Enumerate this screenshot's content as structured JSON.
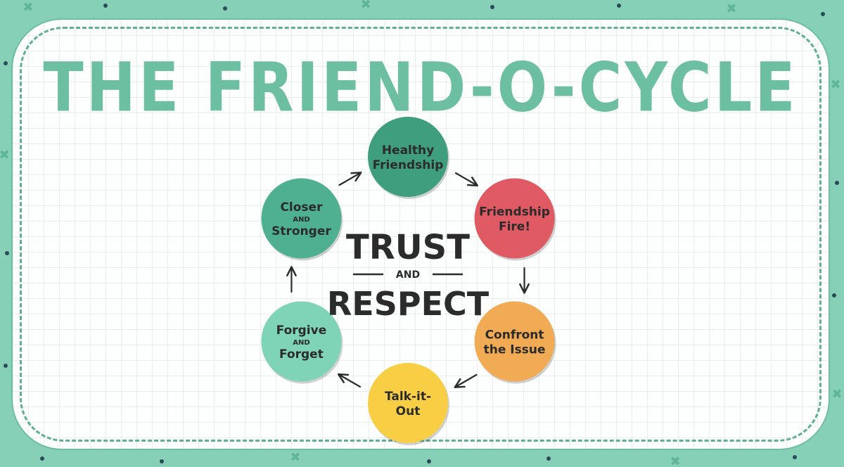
{
  "title": "THE FRIEND-O-CYCLE",
  "colors": {
    "background": "#86d0b8",
    "title": "#6cbfa1",
    "healthy_friendship": "#3f9e7e",
    "friendship_fire": "#df5a63",
    "confront": "#f2ab55",
    "talk": "#f8ce44",
    "forgive": "#7fd3b7",
    "closer": "#4fb091",
    "text": "#2b2b2b"
  },
  "center": {
    "line1": "TRUST",
    "connector": "AND",
    "line2": "RESPECT"
  },
  "nodes": [
    {
      "id": "healthy-friendship",
      "lines": [
        "Healthy",
        "Friendship"
      ],
      "small": [],
      "color": "#3f9e7e"
    },
    {
      "id": "friendship-fire",
      "lines": [
        "Friendship",
        "Fire!"
      ],
      "small": [],
      "color": "#df5a63"
    },
    {
      "id": "confront-the-issue",
      "lines": [
        "Confront",
        "the Issue"
      ],
      "small": [],
      "color": "#f2ab55"
    },
    {
      "id": "talk-it-out",
      "lines": [
        "Talk-it-",
        "Out"
      ],
      "small": [],
      "color": "#f8ce44"
    },
    {
      "id": "forgive-and-forget",
      "lines": [
        "Forgive",
        "AND",
        "Forget"
      ],
      "small": [
        1
      ],
      "color": "#7fd3b7"
    },
    {
      "id": "closer-and-stronger",
      "lines": [
        "Closer",
        "AND",
        "Stronger"
      ],
      "small": [
        1
      ],
      "color": "#4fb091"
    }
  ]
}
